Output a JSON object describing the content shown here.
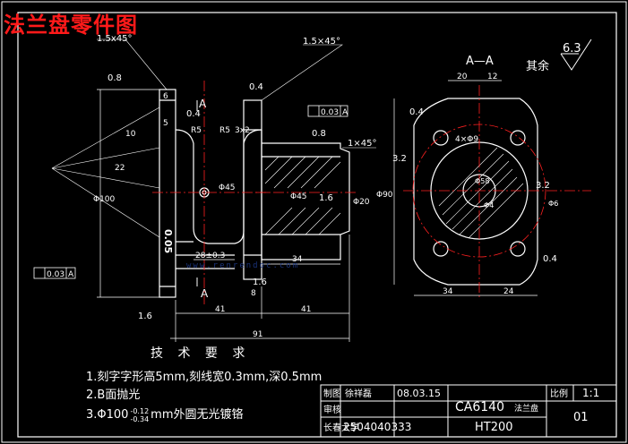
{
  "title": "法兰盘零件图",
  "watermark": "www.renrendoc.com",
  "section": {
    "label": "A—A",
    "rest_roughness_label": "其余",
    "rest_roughness_value": "6.3"
  },
  "dims": {
    "chamfer_left": "1.5x45°",
    "chamfer_top": "1.5×45°",
    "chamfer_right": "1×45°",
    "ra_08_a": "0.8",
    "ra_04_a": "0.4",
    "ra_04_b": "0.4",
    "ra_08_b": "0.8",
    "ra_16_a": "1.6",
    "ra_16_b": "1.6",
    "ra_16_c": "1.6",
    "ra_32_a": "3.2",
    "ra_32_b": "3.2",
    "ra_04_c": "0.4",
    "ra_04_d": "0.4",
    "tol_flat_a": "0.03",
    "tol_flat_b": "0.03",
    "datum": "A",
    "d6": "6",
    "d5": "5",
    "d10": "10",
    "d22": "22",
    "r5a": "R5",
    "r5b": "R5",
    "v3x2": "3x2",
    "d_phi100": "Φ100",
    "d_phi45": "Φ45",
    "d_phi20": "Φ20",
    "d_phi90": "Φ90",
    "len_28": "28±0.3",
    "len_34": "34",
    "len_8": "8",
    "len_41a": "41",
    "len_41b": "41",
    "len_91": "91",
    "len_20": "20",
    "len_12": "12",
    "len_34b": "34",
    "len_24": "24",
    "holes": "4×Φ9",
    "phi58": "Φ58",
    "phi6": "Φ6",
    "phi4": "Φ4",
    "d05": "0.05",
    "sec_a": "A",
    "sec_a2": "A"
  },
  "notes": {
    "heading": "技 术 要 求",
    "items": [
      "1.刻字字形高5mm,刻线宽0.3mm,深0.5mm",
      "2.B面抛光",
      "3.Φ100-0.12/-0.34mm外圆无光镀铬"
    ],
    "n3_prefix": "3.Φ100",
    "n3_sup": "-0.12",
    "n3_sub": "-0.34",
    "n3_suffix": "mm外圆无光镀铬"
  },
  "title_block": {
    "drawn_label": "制图",
    "drawn_name": "徐祥磊",
    "date": "08.03.15",
    "part_code": "CA6140",
    "part_name": "法兰盘",
    "scale_label": "比例",
    "scale_value": "1:1",
    "check_label": "审核",
    "school": "长春大学",
    "student_no": "2504040333",
    "material": "HT200",
    "sheet": "01"
  },
  "colors": {
    "line": "#ffffff",
    "center": "#ff2020",
    "dim": "#ffffff",
    "title": "#ff1a1a",
    "hatch": "#ffffff"
  }
}
